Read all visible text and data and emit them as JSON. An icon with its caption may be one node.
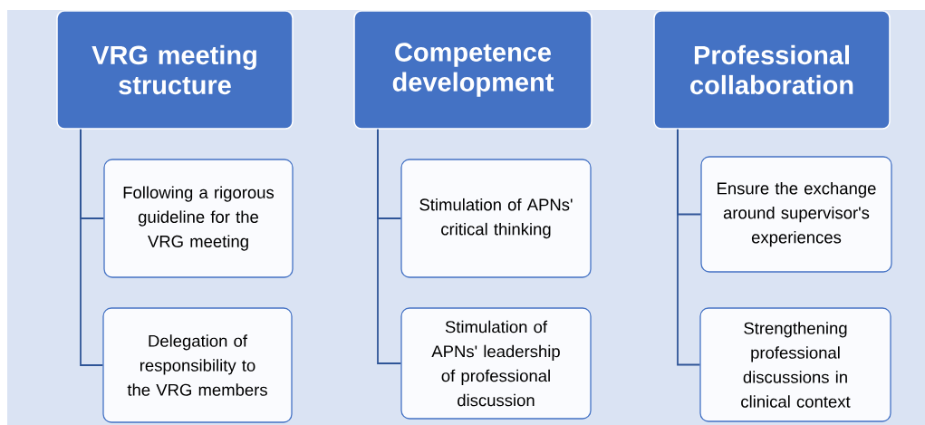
{
  "diagram": {
    "nodes": [
      {
        "text": [
          "VRG meeting structure"
        ]
      },
      {
        "text": [
          "Following a rigorous guideline for the VRG meeting"
        ]
      },
      {
        "text": [
          "Delegation of responsibility to the VRG members"
        ]
      },
      {
        "text": [
          "Competence development"
        ]
      },
      {
        "text": [
          "Stimulation of APNs' critical thinking"
        ]
      },
      {
        "text": [
          "Stimulation of APNs' leadership of professional discussion"
        ]
      },
      {
        "text": [
          "Professional collaboration"
        ]
      },
      {
        "text": [
          "Ensure the exchange around supervisor's experiences"
        ]
      },
      {
        "text": [
          "Strengthening professional discussions in clinical context"
        ]
      }
    ],
    "edges": [
      {
        "from": 0,
        "to": 1,
        "arrow": "none"
      },
      {
        "from": 0,
        "to": 2,
        "arrow": "none"
      },
      {
        "from": 3,
        "to": 4,
        "arrow": "none"
      },
      {
        "from": 3,
        "to": 5,
        "arrow": "none"
      },
      {
        "from": 6,
        "to": 7,
        "arrow": "none"
      },
      {
        "from": 6,
        "to": 8,
        "arrow": "none"
      }
    ]
  }
}
